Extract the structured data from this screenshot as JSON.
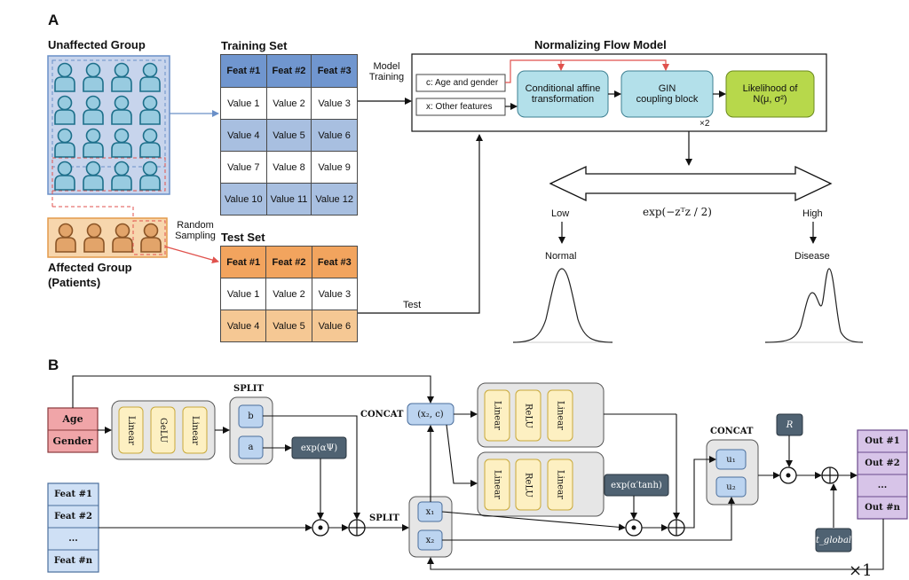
{
  "panel_a": {
    "letter": "A",
    "unaffected_title": "Unaffected Group",
    "affected_title_line1": "Affected Group",
    "affected_title_line2": "(Patients)",
    "random_sampling_1": "Random",
    "random_sampling_2": "Sampling",
    "training_title": "Training Set",
    "test_title": "Test Set",
    "headers": [
      "Feat #1",
      "Feat #2",
      "Feat #3"
    ],
    "training_rows": [
      [
        "Value 1",
        "Value 2",
        "Value 3"
      ],
      [
        "Value 4",
        "Value 5",
        "Value 6"
      ],
      [
        "Value 7",
        "Value 8",
        "Value 9"
      ],
      [
        "Value 10",
        "Value 11",
        "Value 12"
      ]
    ],
    "test_rows": [
      [
        "Value 1",
        "Value 2",
        "Value 3"
      ],
      [
        "Value 4",
        "Value 5",
        "Value 6"
      ]
    ],
    "model_training_1": "Model",
    "model_training_2": "Training",
    "test_label": "Test",
    "flow_title": "Normalizing Flow Model",
    "input_c": "c: Age and gender",
    "input_x": "x: Other features",
    "affine_1": "Conditional affine",
    "affine_2": "transformation",
    "gin_1": "GIN",
    "gin_2": "coupling block",
    "times2": "×2",
    "likelihood_1": "Likelihood of",
    "likelihood_2": "N(μ, σ²)",
    "exp_label": "exp(−zᵀz / 2)",
    "low": "Low",
    "high": "High",
    "normal": "Normal",
    "disease": "Disease"
  },
  "panel_b": {
    "letter": "B",
    "age": "Age",
    "gender": "Gender",
    "split_top": "SPLIT",
    "split_mid": "SPLIT",
    "concat_left": "CONCAT",
    "concat_right": "CONCAT",
    "linear": "Linear",
    "gelu": "GeLU",
    "relu": "ReLU",
    "b": "b",
    "a": "a",
    "exp_alpha_psi": "exp(αΨ)",
    "exp_alpha_tanh": "exp(α′tanh)",
    "x2c": "(x₂, c)",
    "x1": "x₁",
    "x2": "x₂",
    "u1": "u₁",
    "u2": "u₂",
    "R": "R",
    "t_global": "t_global",
    "feats": [
      "Feat #1",
      "Feat #2",
      "...",
      "Feat #n"
    ],
    "outs": [
      "Out #1",
      "Out #2",
      "...",
      "Out #n"
    ],
    "times1": "×1"
  },
  "colors": {
    "blue_head": "#7096cf",
    "blue_light": "#a8bfe0",
    "orange_head": "#f2a45e",
    "orange_light": "#f5c894",
    "teal_box": "#b3e0ea",
    "green_box": "#b7d84b",
    "age_red": "#f0a5a8",
    "yellow_box": "#fdf0c2",
    "purple_box": "#d7c4e8",
    "dark_slate": "#4f6272"
  }
}
